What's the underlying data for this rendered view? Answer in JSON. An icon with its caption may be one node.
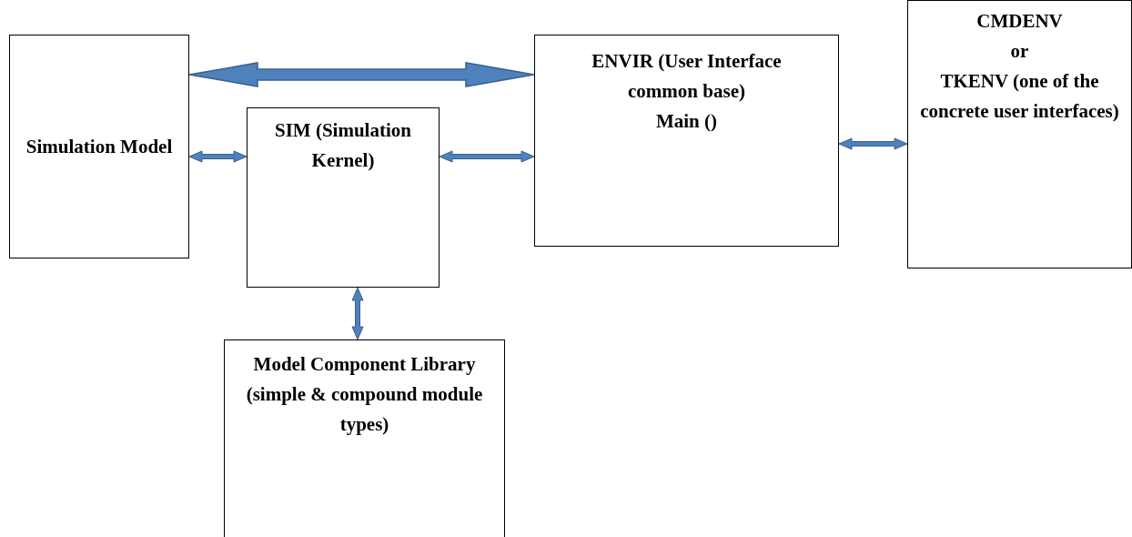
{
  "diagram": {
    "nodes": [
      {
        "text": [
          "Simulation Model"
        ]
      },
      {
        "text": [
          "SIM (Simulation Kernel)"
        ]
      },
      {
        "text": [
          "ENVIR (User Interface common base)",
          "Main ()"
        ]
      },
      {
        "text": [
          "CMDENV",
          "or",
          "TKENV (one of the concrete user interfaces)"
        ]
      },
      {
        "text": [
          "Model Component Library (simple & compound module types)"
        ]
      }
    ],
    "edges": [
      {
        "from": 0,
        "to": 2,
        "arrow": "both",
        "style": "thick"
      },
      {
        "from": 0,
        "to": 1,
        "arrow": "both"
      },
      {
        "from": 1,
        "to": 2,
        "arrow": "both"
      },
      {
        "from": 2,
        "to": 3,
        "arrow": "both"
      },
      {
        "from": 1,
        "to": 4,
        "arrow": "both"
      }
    ]
  }
}
